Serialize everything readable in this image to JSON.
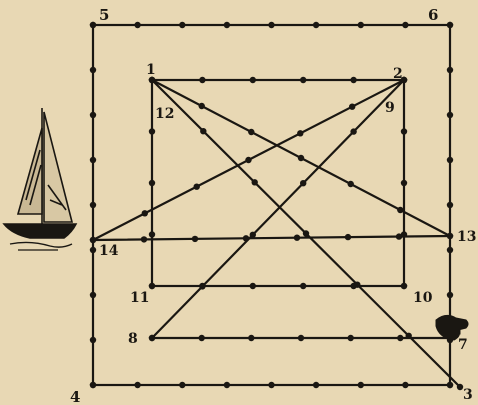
{
  "diagram": {
    "colors": {
      "background": "#e8d8b4",
      "ink": "#1a1712"
    },
    "labels": {
      "n1": "1",
      "n2": "2",
      "n3": "3",
      "n4": "4",
      "n5": "5",
      "n6": "6",
      "n7": "7",
      "n8": "8",
      "n9": "9",
      "n10": "10",
      "n11": "11",
      "n12": "12",
      "n13": "13",
      "n14": "14"
    },
    "icons": [
      "sailboat-icon",
      "hand-pointer-icon"
    ]
  }
}
